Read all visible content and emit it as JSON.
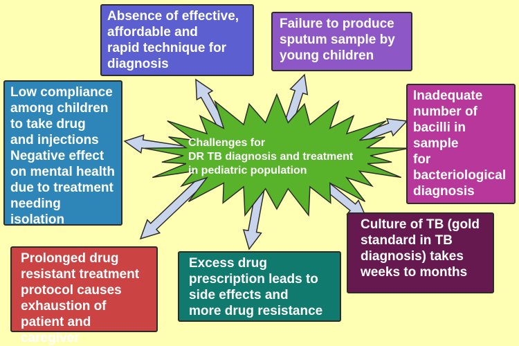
{
  "center": {
    "label": "Challenges for\nDR TB diagnosis and treatment\nin pediatric population"
  },
  "boxes": [
    {
      "id": "b1",
      "text": "Absence of effective,\naffordable and\nrapid technique for\ndiagnosis",
      "color": "#5b5fd0"
    },
    {
      "id": "b2",
      "text": "Failure to produce\nsputum sample by\nyoung children",
      "color": "#8e57c6"
    },
    {
      "id": "b3",
      "text": "Low compliance\namong children\nto take drug\nand injections\nNegative effect\non mental health\ndue to treatment\nneeding isolation",
      "color": "#2e86b8"
    },
    {
      "id": "b4",
      "text": "Inadequate\nnumber of\nbacilli in\nsample\nfor\nbacteriological\ndiagnosis",
      "color": "#b8379a"
    },
    {
      "id": "b5",
      "text": "Culture of TB (gold\nstandard in TB\ndiagnosis) takes\nweeks to months",
      "color": "#66194e"
    },
    {
      "id": "b6",
      "text": "Excess drug\nprescription leads to\nside effects and\nmore drug resistance",
      "color": "#117a6e"
    },
    {
      "id": "b7",
      "text": "Prolonged drug\nresistant treatment\nprotocol causes\nexhaustion of\npatient and caregiver",
      "color": "#cc4343"
    }
  ],
  "colors": {
    "background": "#ffffb3",
    "starburst": "#58b22a",
    "arrow_fill": "#c8d3ec",
    "arrow_stroke": "#2b2b2b"
  }
}
